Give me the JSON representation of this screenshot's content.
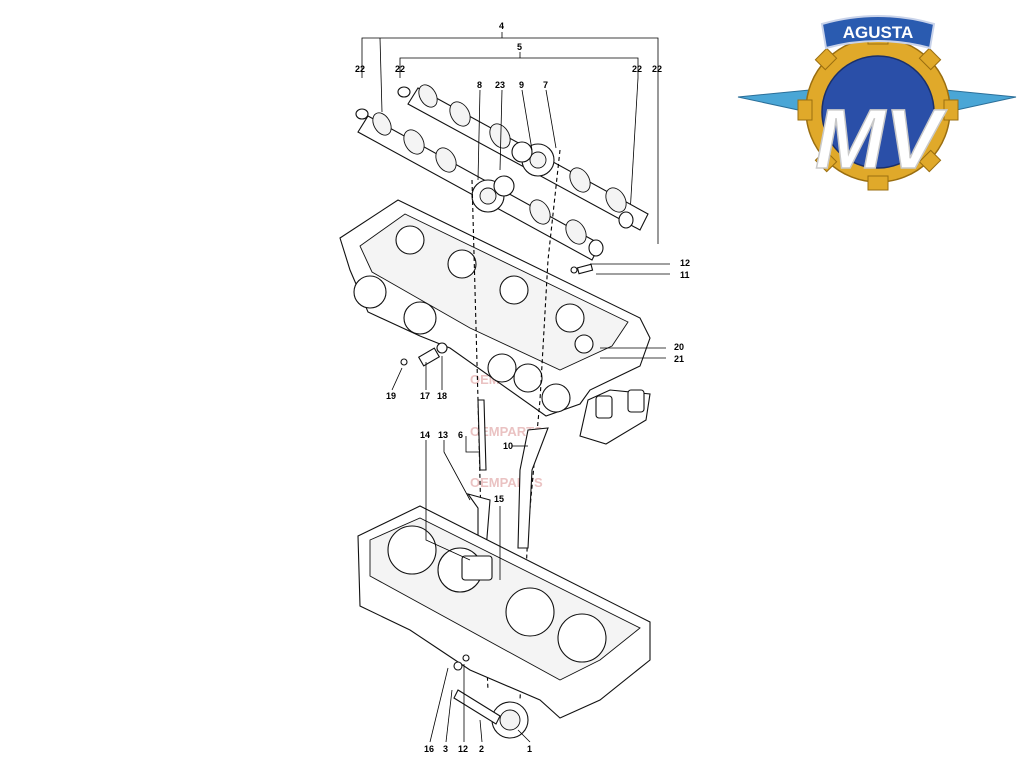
{
  "logo": {
    "brand_top": "AGUSTA",
    "brand_main": "MV",
    "colors": {
      "gear": "#e0a92a",
      "blue": "#2a4fa8",
      "wing": "#4aa6d6",
      "banner": "#2a5bb0"
    }
  },
  "watermark": {
    "text": "OEMPARTS"
  },
  "callouts": [
    {
      "id": "c4",
      "text": "4"
    },
    {
      "id": "c5",
      "text": "5"
    },
    {
      "id": "c22a",
      "text": "22"
    },
    {
      "id": "c22b",
      "text": "22"
    },
    {
      "id": "c22c",
      "text": "22"
    },
    {
      "id": "c22d",
      "text": "22"
    },
    {
      "id": "c8",
      "text": "8"
    },
    {
      "id": "c23",
      "text": "23"
    },
    {
      "id": "c9",
      "text": "9"
    },
    {
      "id": "c7",
      "text": "7"
    },
    {
      "id": "c12a",
      "text": "12"
    },
    {
      "id": "c11",
      "text": "11"
    },
    {
      "id": "c20",
      "text": "20"
    },
    {
      "id": "c21",
      "text": "21"
    },
    {
      "id": "c19",
      "text": "19"
    },
    {
      "id": "c17",
      "text": "17"
    },
    {
      "id": "c18",
      "text": "18"
    },
    {
      "id": "c14",
      "text": "14"
    },
    {
      "id": "c13",
      "text": "13"
    },
    {
      "id": "c6",
      "text": "6"
    },
    {
      "id": "c10",
      "text": "10"
    },
    {
      "id": "c15",
      "text": "15"
    },
    {
      "id": "c16",
      "text": "16"
    },
    {
      "id": "c3",
      "text": "3"
    },
    {
      "id": "c12b",
      "text": "12"
    },
    {
      "id": "c2",
      "text": "2"
    },
    {
      "id": "c1",
      "text": "1"
    }
  ]
}
